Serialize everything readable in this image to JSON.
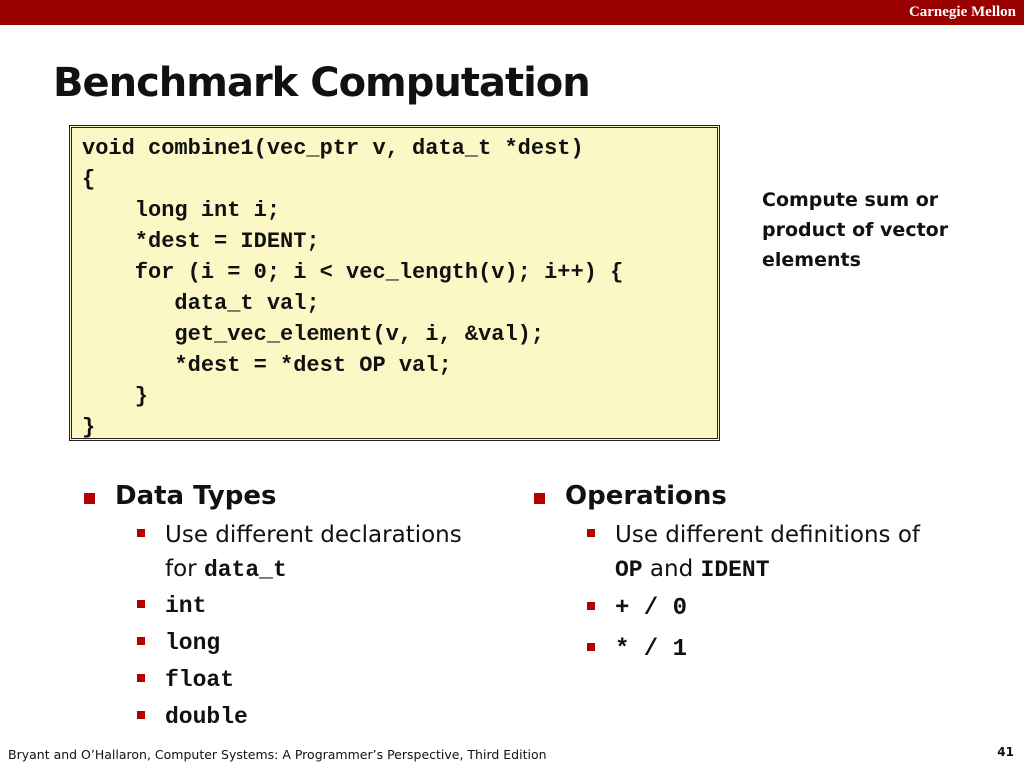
{
  "header": {
    "brand": "Carnegie Mellon"
  },
  "title": "Benchmark Computation",
  "code": {
    "lines": [
      "void combine1(vec_ptr v, data_t *dest)",
      "{",
      "    long int i;",
      "    *dest = IDENT;",
      "    for (i = 0; i < vec_length(v); i++) {",
      "       data_t val;",
      "       get_vec_element(v, i, &val);",
      "       *dest = *dest OP val;",
      "    }",
      "}"
    ],
    "background": "#fbf8c6"
  },
  "side_note": {
    "lines": [
      "Compute sum or",
      "product of vector",
      "elements"
    ]
  },
  "left_column": {
    "heading": "Data Types",
    "desc_line1": "Use different declarations",
    "desc_line2_prefix": "for ",
    "desc_line2_code": "data_t",
    "items": [
      "int",
      "long",
      "float",
      "double"
    ]
  },
  "right_column": {
    "heading": "Operations",
    "desc_line1": "Use different definitions of",
    "desc_code1": "OP",
    "desc_and": " and ",
    "desc_code2": "IDENT",
    "items": [
      "+ / 0",
      "* / 1"
    ]
  },
  "footer": {
    "citation": "Bryant and O’Hallaron, Computer Systems: A Programmer’s Perspective, Third Edition",
    "page_number": "41"
  },
  "colors": {
    "brand_bar": "#990000",
    "bullet": "#b40000"
  }
}
